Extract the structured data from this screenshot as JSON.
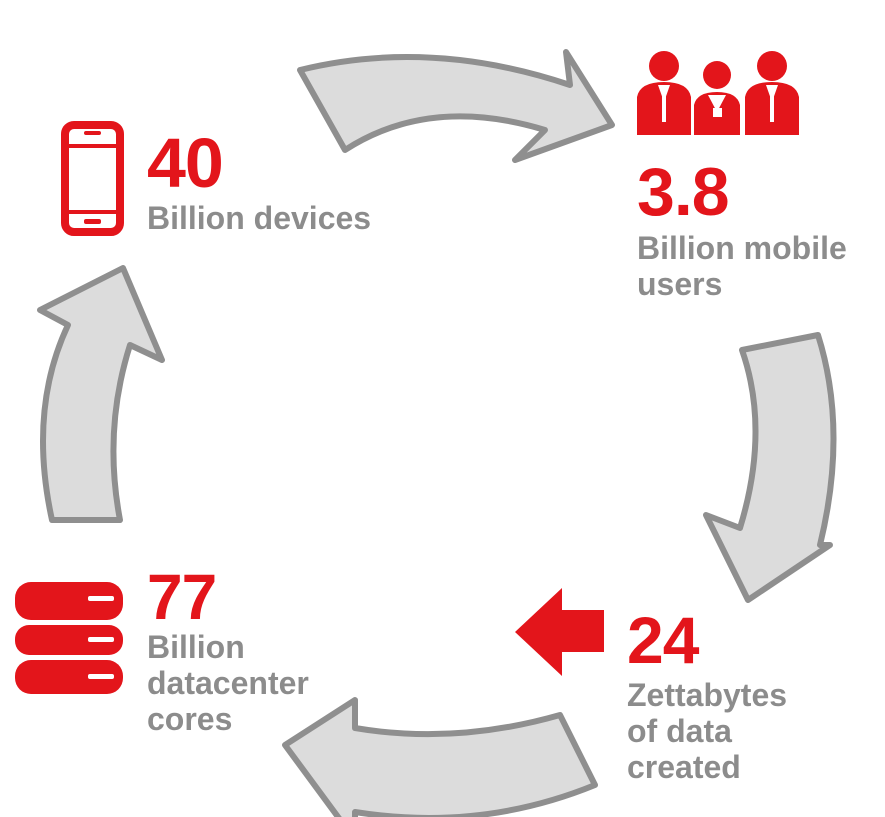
{
  "colors": {
    "accent": "#e3151b",
    "label": "#8c8c8c",
    "arrow_fill": "#dcdcdc",
    "arrow_stroke": "#8f8f8f"
  },
  "stats": {
    "devices": {
      "value": "40",
      "label_lines": [
        "Billion devices"
      ],
      "icon": "smartphone-icon"
    },
    "mobile_users": {
      "value": "3.8",
      "label_lines": [
        "Billion mobile",
        "users"
      ],
      "icon": "people-icon"
    },
    "data_created": {
      "value": "24",
      "label_lines": [
        "Zettabytes",
        "of data",
        "created"
      ],
      "icon": "red-arrow-left-icon"
    },
    "datacenter_cores": {
      "value": "77",
      "label_lines": [
        "Billion",
        "datacenter",
        "cores"
      ],
      "icon": "database-icon"
    }
  }
}
